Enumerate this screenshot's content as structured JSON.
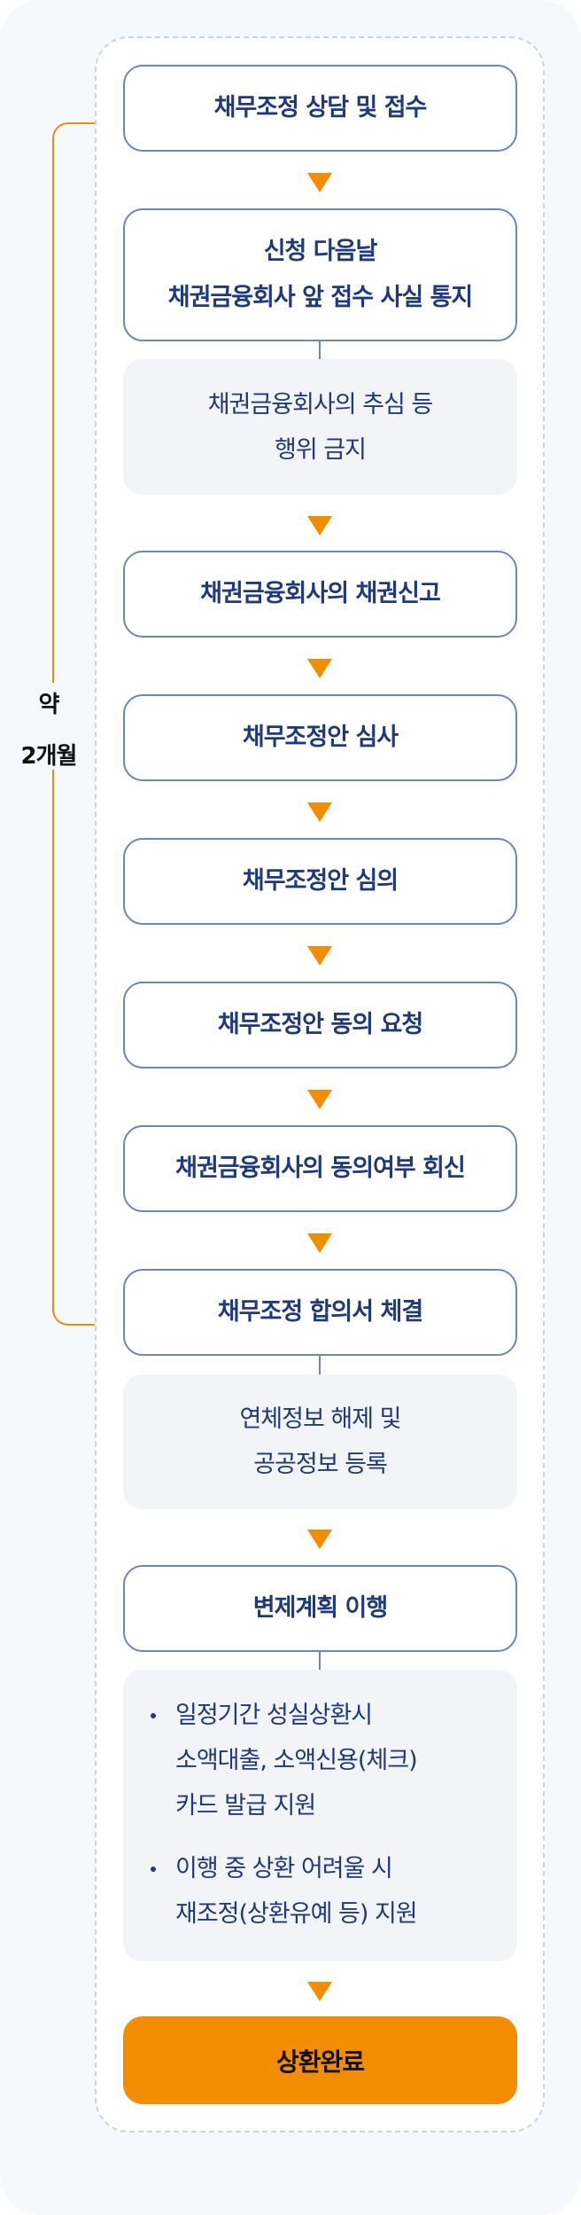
{
  "duration_label": {
    "line1": "약",
    "line2": "2개월"
  },
  "steps": [
    {
      "label": "채무조정 상담 및 접수"
    },
    {
      "line1": "신청 다음날",
      "line2": "채권금융회사 앞 접수 사실 통지"
    },
    {
      "label": "채권금융회사의 채권신고"
    },
    {
      "label": "채무조정안 심사"
    },
    {
      "label": "채무조정안 심의"
    },
    {
      "label": "채무조정안 동의 요청"
    },
    {
      "label": "채권금융회사의 동의여부 회신"
    },
    {
      "label": "채무조정 합의서 체결"
    },
    {
      "label": "변제계획 이행"
    }
  ],
  "notes": {
    "collection_ban": {
      "line1": "채권금융회사의 추심 등",
      "line2": "행위 금지"
    },
    "credit_info": {
      "line1": "연체정보 해제 및",
      "line2": "공공정보 등록"
    },
    "support": [
      {
        "lines": [
          "일정기간 성실상환시",
          "소액대출, 소액신용(체크)",
          "카드 발급 지원"
        ]
      },
      {
        "lines": [
          "이행 중 상환 어려울 시",
          "재조정(상환유예 등) 지원"
        ]
      }
    ]
  },
  "final_step": {
    "label": "상환완료"
  },
  "colors": {
    "accent_orange": "#f28d00",
    "text_navy": "#1e3a7b",
    "box_border": "#6d86b9",
    "note_bg": "#f2f4f7",
    "panel_bg": "#f5f8fd"
  }
}
